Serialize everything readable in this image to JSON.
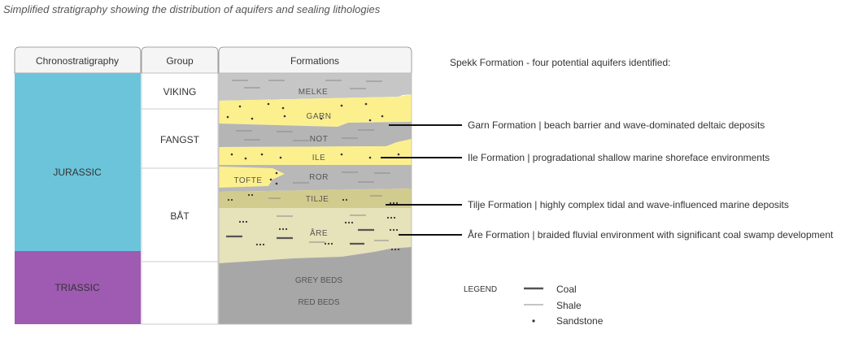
{
  "caption": "Simplified stratigraphy showing the distribution of aquifers and sealing lithologies",
  "headers": {
    "chrono": "Chronostratigraphy",
    "group": "Group",
    "formations": "Formations"
  },
  "chrono": {
    "jurassic": "JURASSIC",
    "triassic": "TRIASSIC"
  },
  "groups": {
    "viking": "VIKING",
    "fangst": "FANGST",
    "bat": "BÅT"
  },
  "formations": {
    "melke": "MELKE",
    "garn": "GARN",
    "not": "NOT",
    "ile": "ILE",
    "tofte": "TOFTE",
    "ror": "ROR",
    "tilje": "TILJE",
    "are": "ÅRE",
    "grey_beds": "GREY BEDS",
    "red_beds": "RED BEDS"
  },
  "annotations": {
    "title": "Spekk Formation - four potential aquifers identified:",
    "garn": "Garn Formation | beach barrier and wave-dominated deltaic deposits",
    "ile": "Ile Formation | progradational shallow marine shoreface environments",
    "tilje": "Tilje Formation | highly complex tidal and wave-influenced marine deposits",
    "are": "Åre Formation | braided fluvial environment with significant coal swamp development"
  },
  "legend": {
    "title": "LEGEND",
    "coal": "Coal",
    "shale": "Shale",
    "sandstone": "Sandstone"
  },
  "colors": {
    "jurassic": "#6cc4da",
    "triassic": "#9e5bb1",
    "sand": "#fcf08e",
    "shale": "#b5b5b5",
    "tilje": "#d2cb8e",
    "are": "#e6e2b9",
    "grey": "#a7a7a7"
  }
}
